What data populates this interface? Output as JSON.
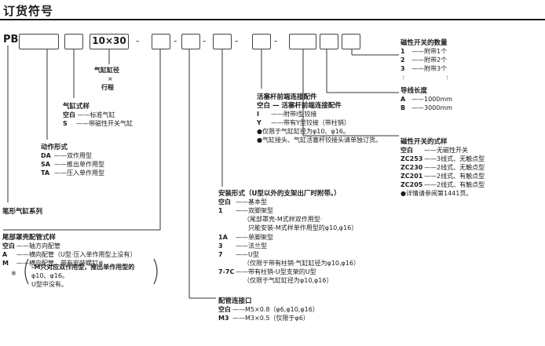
{
  "title": "订货符号",
  "code": {
    "prefix": "PB",
    "size_box": "10×30",
    "dash": "-"
  },
  "bore": {
    "line1": "气缸缸径",
    "times": "×",
    "line2": "行程"
  },
  "cyl_style": {
    "heading": "气缸式样",
    "rows": [
      {
        "code": "空白",
        "desc": "标准气缸"
      },
      {
        "code": "S",
        "desc": "带磁性开关气缸"
      }
    ]
  },
  "action": {
    "heading": "动作形式",
    "rows": [
      {
        "code": "DA",
        "desc": "双作用型"
      },
      {
        "code": "SA",
        "desc": "推出单作用型"
      },
      {
        "code": "TA",
        "desc": "压入单作用型"
      }
    ]
  },
  "series": "笔形气缸系列",
  "tail": {
    "heading": "尾部罩壳配管式样",
    "rows": [
      {
        "code": "空白",
        "desc": "轴方向配管"
      },
      {
        "code": "A",
        "desc": "横向配管（U型·压入单作用型上没有）"
      },
      {
        "code": "M",
        "desc": "横向配管、带有安装螺钉※"
      }
    ],
    "note_mark": "※",
    "note1": "-M只对应双作用型，推出单作用型的",
    "note2": "φ10、φ16。",
    "note3": "U型中没有。"
  },
  "rod": {
    "heading": "活塞杆前端连接配件",
    "sub": "空白 — 活塞杆前端连接配件",
    "rows": [
      {
        "code": "I",
        "desc": "附带I型铰接"
      },
      {
        "code": "Y",
        "desc": "带有Y型铰接（带柱销）"
      }
    ],
    "note1": "●仅限于气缸缸径为φ10、φ16。",
    "note2": "●气缸接头、气缸活塞杆铰接头请单独订货。"
  },
  "mount": {
    "heading": "安装形式（U型以外的支架出厂时附带。）",
    "rows": [
      {
        "code": "空白",
        "desc": "基本型"
      },
      {
        "code": "1",
        "desc": "双脚架型"
      },
      {
        "code": "",
        "desc": "（尾部罩壳-M式样双作用型·"
      },
      {
        "code": "",
        "desc": "只能安装-M式样单作用型的φ10,φ16）"
      },
      {
        "code": "1A",
        "desc": "单脚架型"
      },
      {
        "code": "3",
        "desc": "法兰型"
      },
      {
        "code": "7",
        "desc": "U型"
      },
      {
        "code": "",
        "desc": "（仅限于带有柱销·气缸缸径为φ10,φ16）"
      },
      {
        "code": "7-7C",
        "desc": "带有柱销-U型支架的U型"
      },
      {
        "code": "",
        "desc": "（仅限于气缸缸径为φ10,φ16）"
      }
    ]
  },
  "port": {
    "heading": "配管连接口",
    "rows": [
      {
        "code": "空白",
        "desc": "M5×0.8（φ6,φ10,φ16）"
      },
      {
        "code": "M3",
        "desc": "M3×0.5（仅限于φ6）"
      }
    ]
  },
  "switch_qty": {
    "heading": "磁性开关的数量",
    "rows": [
      {
        "code": "1",
        "desc": "附带1个"
      },
      {
        "code": "2",
        "desc": "附带2个"
      },
      {
        "code": "3",
        "desc": "附带3个"
      }
    ],
    "dots": ":"
  },
  "lead": {
    "heading": "导线长度",
    "rows": [
      {
        "code": "A",
        "desc": "1000mm"
      },
      {
        "code": "B",
        "desc": "3000mm"
      }
    ]
  },
  "switch_type": {
    "heading": "磁性开关的式样",
    "rows": [
      {
        "code": "空白",
        "desc": "无磁性开关"
      },
      {
        "code": "ZC253",
        "desc": "3线式、无触点型"
      },
      {
        "code": "ZC230",
        "desc": "2线式、无触点型"
      },
      {
        "code": "ZC201",
        "desc": "2线式、有触点型"
      },
      {
        "code": "ZC205",
        "desc": "2线式、有触点型"
      }
    ],
    "note": "●详情请参阅第1441页。"
  }
}
